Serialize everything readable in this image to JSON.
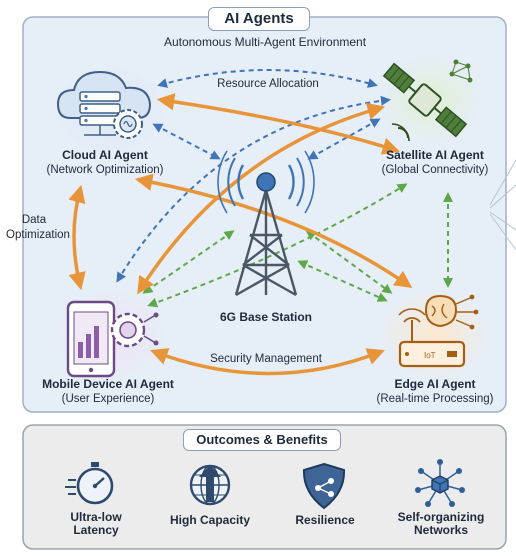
{
  "header": {
    "title": "AI Agents",
    "subtitle": "Autonomous Multi-Agent Environment"
  },
  "agents": {
    "cloud": {
      "name": "Cloud AI Agent",
      "role": "(Network Optimization)"
    },
    "satellite": {
      "name": "Satellite AI Agent",
      "role": "(Global Connectivity)"
    },
    "station": {
      "name": "6G Base Station"
    },
    "mobile": {
      "name": "Mobile Device AI Agent",
      "role": "(User Experience)"
    },
    "edge": {
      "name": "Edge AI Agent",
      "role": "(Real-time Processing)",
      "device_label": "IoT"
    }
  },
  "links": {
    "resource": "Resource Allocation",
    "data_line1": "Data",
    "data_line2": "Optimization",
    "security": "Security Management"
  },
  "outcomes": {
    "title": "Outcomes & Benefits",
    "items": [
      {
        "line1": "Ultra-low",
        "line2": "Latency",
        "icon": "stopwatch-icon"
      },
      {
        "line1": "High Capacity",
        "line2": "",
        "icon": "globe-arrow-icon"
      },
      {
        "line1": "Resilience",
        "line2": "",
        "icon": "shield-icon"
      },
      {
        "line1": "Self-organizing",
        "line2": "Networks",
        "icon": "network-cube-icon"
      }
    ]
  },
  "colors": {
    "orange": "#e8953a",
    "blue": "#3f74b8",
    "green": "#5fa84a",
    "panel": "#e6eef7",
    "bottom_panel": "#ececec"
  }
}
